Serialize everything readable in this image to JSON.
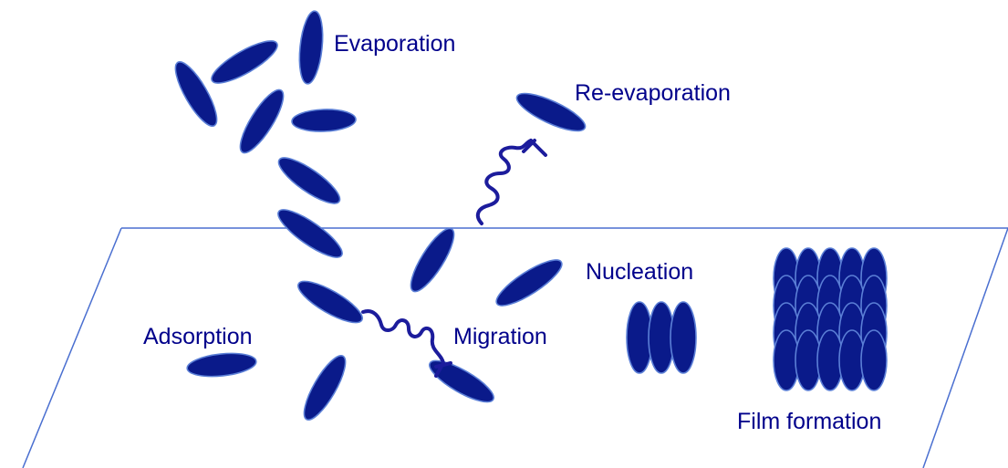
{
  "labels": {
    "evaporation": "Evaporation",
    "re_evaporation": "Re-evaporation",
    "nucleation": "Nucleation",
    "adsorption": "Adsorption",
    "migration": "Migration",
    "film_formation": "Film formation"
  },
  "colors": {
    "molecule_fill": "#0a1a8a",
    "molecule_outline": "#5b7fd6",
    "substrate_outline": "#4a6fd0",
    "label_text": "#00008b",
    "wave_line": "#1c1c9c"
  }
}
